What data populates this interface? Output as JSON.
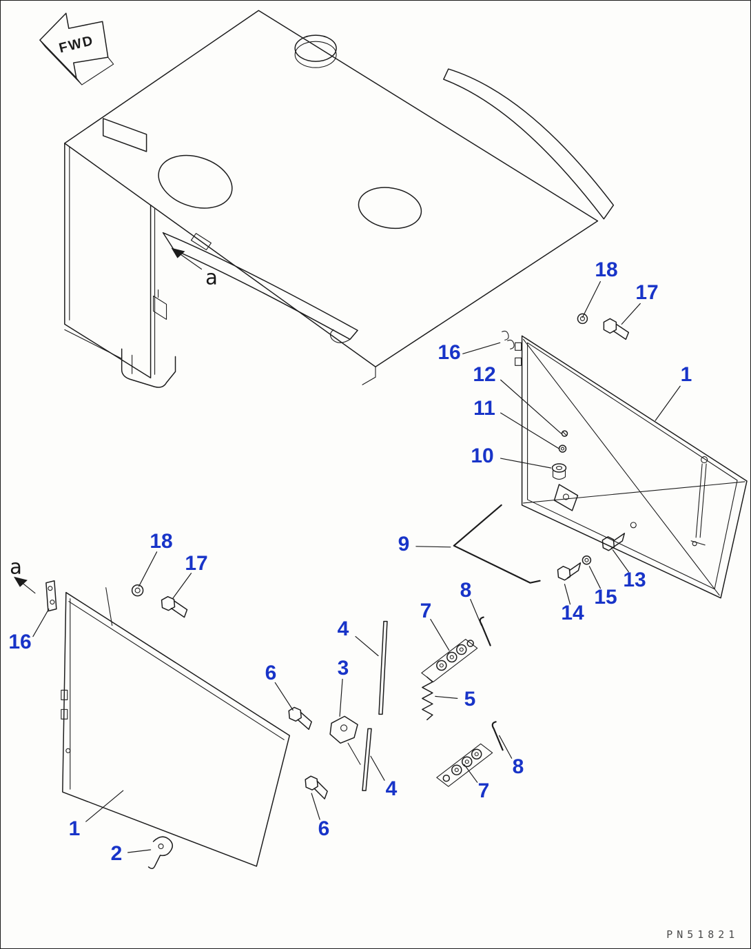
{
  "diagram": {
    "fwd_label": "FWD",
    "part_number": "PN51821",
    "view_labels": [
      "a",
      "a"
    ],
    "callouts": [
      "18",
      "17",
      "16",
      "12",
      "11",
      "10",
      "1",
      "9",
      "13",
      "15",
      "14",
      "8",
      "7",
      "18",
      "17",
      "16",
      "4",
      "6",
      "3",
      "5",
      "8",
      "7",
      "4",
      "6",
      "1",
      "2"
    ],
    "colors": {
      "callout_blue": "#1834c8",
      "line_ink": "#1c1c1c",
      "paper": "#fdfdfb"
    }
  }
}
